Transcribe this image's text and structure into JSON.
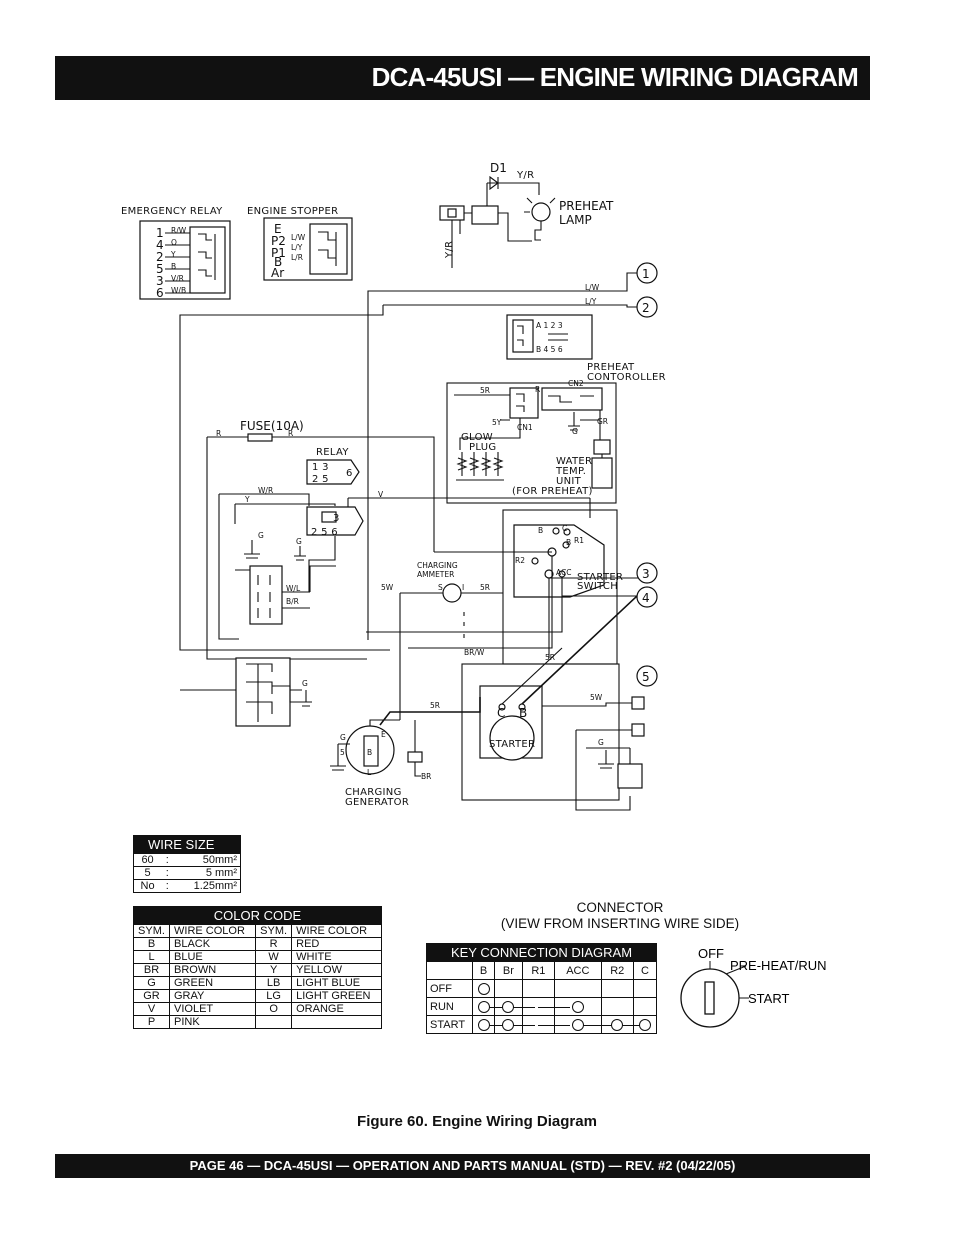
{
  "page": {
    "title": "DCA-45USI — ENGINE WIRING DIAGRAM",
    "figure_caption": "Figure 60. Engine Wiring Diagram",
    "footer": "PAGE 46 — DCA-45USI —  OPERATION AND PARTS  MANUAL  (STD) — REV. #2  (04/22/05)"
  },
  "diagram": {
    "components": {
      "emergency_relay": "EMERGENCY RELAY",
      "engine_stopper": "ENGINE STOPPER",
      "diode": "D1",
      "preheat_lamp_1": "PREHEAT",
      "preheat_lamp_2": "LAMP",
      "preheat_controller_1": "PREHEAT",
      "preheat_controller_2": "CONTOROLLER",
      "fuse": "FUSE(10A)",
      "relay": "RELAY",
      "glow_plug_1": "GLOW",
      "glow_plug_2": "PLUG",
      "water_temp_1": "WATER",
      "water_temp_2": "TEMP.",
      "water_temp_3": "UNIT",
      "for_preheat": "(FOR PREHEAT)",
      "charging_ammeter_1": "CHARGING",
      "charging_ammeter_2": "AMMETER",
      "starter_switch_1": "STARTER",
      "starter_switch_2": "SWITCH",
      "starter": "STARTER",
      "charging_generator_1": "CHARGING",
      "charging_generator_2": "GENERATOR",
      "cn1": "CN1",
      "cn2": "CN2"
    },
    "callouts": [
      "1",
      "2",
      "3",
      "4",
      "5"
    ],
    "wire_labels": {
      "y_r": "Y/R",
      "l_w": "L/W",
      "l_y": "L/Y",
      "five_r": "5R",
      "five_y": "5Y",
      "five_w": "5W",
      "r": "R",
      "w_r": "W/R",
      "y": "Y",
      "v": "V",
      "g": "G",
      "gr": "GR",
      "w_l": "W/L",
      "b_r": "B/R",
      "br_w": "BR/W",
      "br": "BR",
      "s": "S",
      "i": "I",
      "b": "B",
      "c": "C",
      "r1": "R1",
      "r2": "R2",
      "acc": "ACC",
      "e": "E",
      "l": "L",
      "five": "5"
    },
    "emergency_relay_pins": [
      "1",
      "4",
      "2",
      "5",
      "3",
      "6"
    ],
    "emergency_relay_wires": [
      "R/W",
      "O",
      "Y",
      "B",
      "V/R",
      "W/B"
    ],
    "engine_stopper_pins": [
      "E",
      "P2",
      "P1",
      "B",
      "Ar"
    ],
    "engine_stopper_wires": [
      "L/W",
      "L/Y",
      "L/R"
    ],
    "controller_pins_top": "A 1 2 3",
    "controller_pins_bottom": "B  4  5  6",
    "relay_pins_top": "1  3",
    "relay_pins_bottom": "2  5",
    "relay_pin_extra": "6",
    "relay2_pins": "3",
    "relay2_pins_b": "2 5 6"
  },
  "wire_size": {
    "header": "WIRE SIZE",
    "rows": [
      {
        "size": "60",
        "sep": ":",
        "value": "50mm²"
      },
      {
        "size": "5",
        "sep": ":",
        "value": "5 mm²"
      },
      {
        "size": "No",
        "sep": ":",
        "value": "1.25mm²"
      }
    ]
  },
  "color_code": {
    "header": "COLOR CODE",
    "col_headers": [
      "SYM.",
      "WIRE COLOR",
      "SYM.",
      "WIRE COLOR"
    ],
    "rows": [
      [
        "B",
        "BLACK",
        "R",
        "RED"
      ],
      [
        "L",
        "BLUE",
        "W",
        "WHITE"
      ],
      [
        "BR",
        "BROWN",
        "Y",
        "YELLOW"
      ],
      [
        "G",
        "GREEN",
        "LB",
        "LIGHT BLUE"
      ],
      [
        "GR",
        "GRAY",
        "LG",
        "LIGHT GREEN"
      ],
      [
        "V",
        "VIOLET",
        "O",
        "ORANGE"
      ],
      [
        "P",
        "PINK",
        "",
        ""
      ]
    ]
  },
  "connector_caption": {
    "line1": "CONNECTOR",
    "line2": "(VIEW FROM INSERTING WIRE SIDE)"
  },
  "key_connection": {
    "header": "KEY CONNECTION DIAGRAM",
    "columns": [
      "B",
      "Br",
      "R1",
      "ACC",
      "R2",
      "C"
    ],
    "rows": [
      {
        "name": "OFF",
        "connected": [
          true,
          false,
          false,
          false,
          false,
          false
        ]
      },
      {
        "name": "RUN",
        "connected": [
          true,
          true,
          false,
          true,
          false,
          false
        ]
      },
      {
        "name": "START",
        "connected": [
          true,
          true,
          false,
          true,
          true,
          true
        ]
      }
    ]
  },
  "key_switch": {
    "off": "OFF",
    "preheat_run": "PRE-HEAT/RUN",
    "start": "START"
  }
}
